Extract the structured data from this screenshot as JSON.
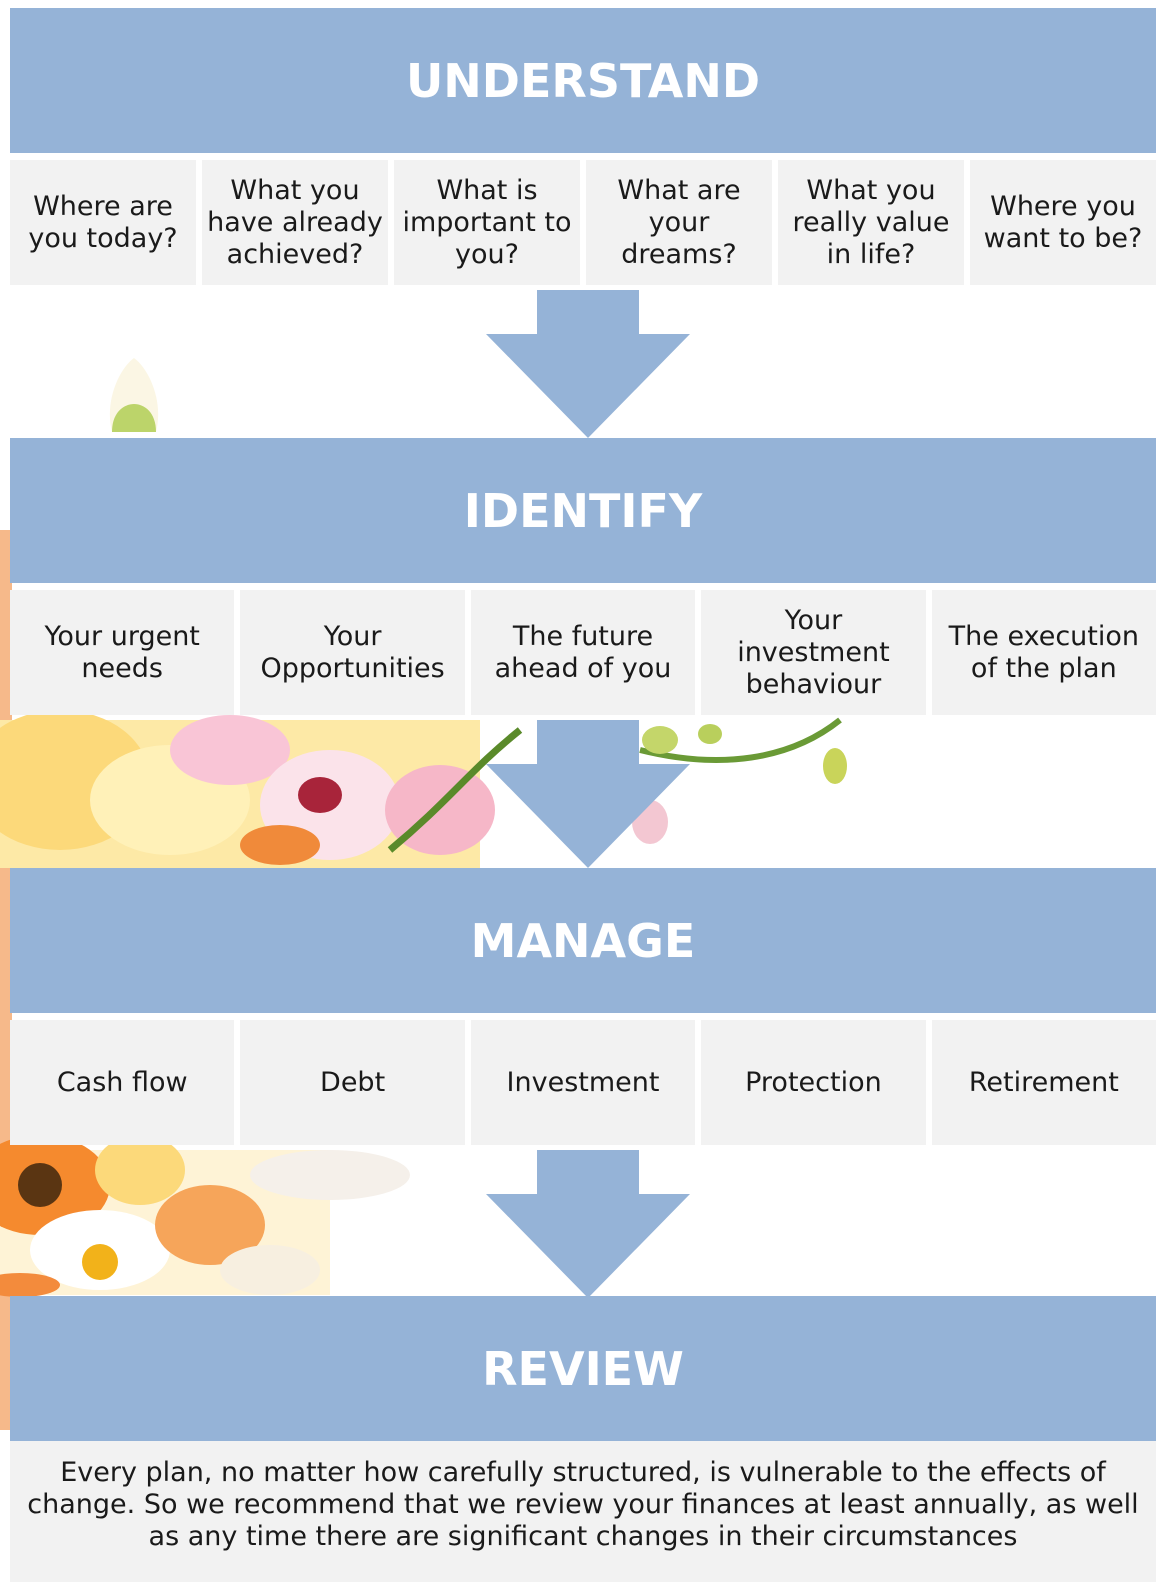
{
  "stages": {
    "understand": "UNDERSTAND",
    "identify": "IDENTIFY",
    "manage": "MANAGE",
    "review": "REVIEW"
  },
  "understand_items": [
    "Where are you today?",
    "What you have already achieved?",
    "What is important to you?",
    "What are your dreams?",
    "What you really value in life?",
    "Where you want to be?"
  ],
  "identify_items": [
    "Your urgent needs",
    "Your Opportunities",
    "The future ahead of you",
    "Your investment behaviour",
    "The execution of the plan"
  ],
  "manage_items": [
    "Cash flow",
    "Debt",
    "Investment",
    "Protection",
    "Retirement"
  ],
  "review_text": "Every plan, no matter how carefully structured, is vulnerable to the effects of change.  So we recommend that we review your finances at least annually, as well as any time there are significant changes in their circumstances",
  "colors": {
    "band": "#95b3d7",
    "band_text": "#ffffff",
    "cell": "#f2f2f2",
    "arrow": "#95b3d7"
  }
}
